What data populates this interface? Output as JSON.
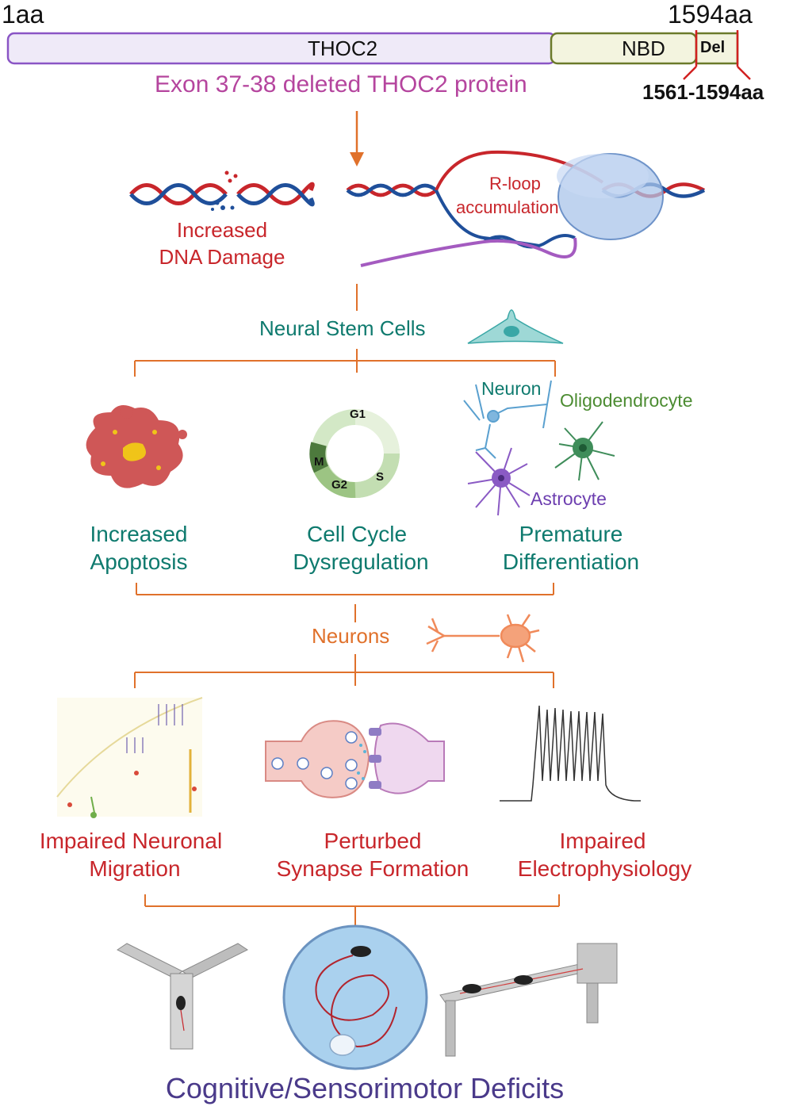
{
  "protein": {
    "start_label": "1aa",
    "end_label": "1594aa",
    "domain_thoc2": "THOC2",
    "domain_nbd": "NBD",
    "domain_del": "Del",
    "del_range": "1561-1594aa",
    "caption": "Exon 37-38 deleted THOC2 protein"
  },
  "dna": {
    "damage_label_1": "Increased",
    "damage_label_2": "DNA Damage",
    "rloop_label_1": "R-loop",
    "rloop_label_2": "accumulation"
  },
  "nsc": {
    "title": "Neural Stem Cells",
    "cycle": {
      "g1": "G1",
      "s": "S",
      "g2": "G2",
      "m": "M"
    },
    "neuron": "Neuron",
    "oligodendrocyte": "Oligodendrocyte",
    "astrocyte": "Astrocyte",
    "outcome_1a": "Increased",
    "outcome_1b": "Apoptosis",
    "outcome_2a": "Cell Cycle",
    "outcome_2b": "Dysregulation",
    "outcome_3a": "Premature",
    "outcome_3b": "Differentiation"
  },
  "neurons": {
    "title": "Neurons",
    "outcome_1a": "Impaired Neuronal",
    "outcome_1b": "Migration",
    "outcome_2a": "Perturbed",
    "outcome_2b": "Synapse Formation",
    "outcome_3a": "Impaired",
    "outcome_3b": "Electrophysiology"
  },
  "final": "Cognitive/Sensorimotor Deficits",
  "colors": {
    "red": "#c8262b",
    "teal": "#0e7a6e",
    "orange": "#e0712b",
    "purple": "#6d3fb0",
    "green": "#4c8c32",
    "magenta": "#b5459e",
    "indigo": "#4a3a8a"
  }
}
